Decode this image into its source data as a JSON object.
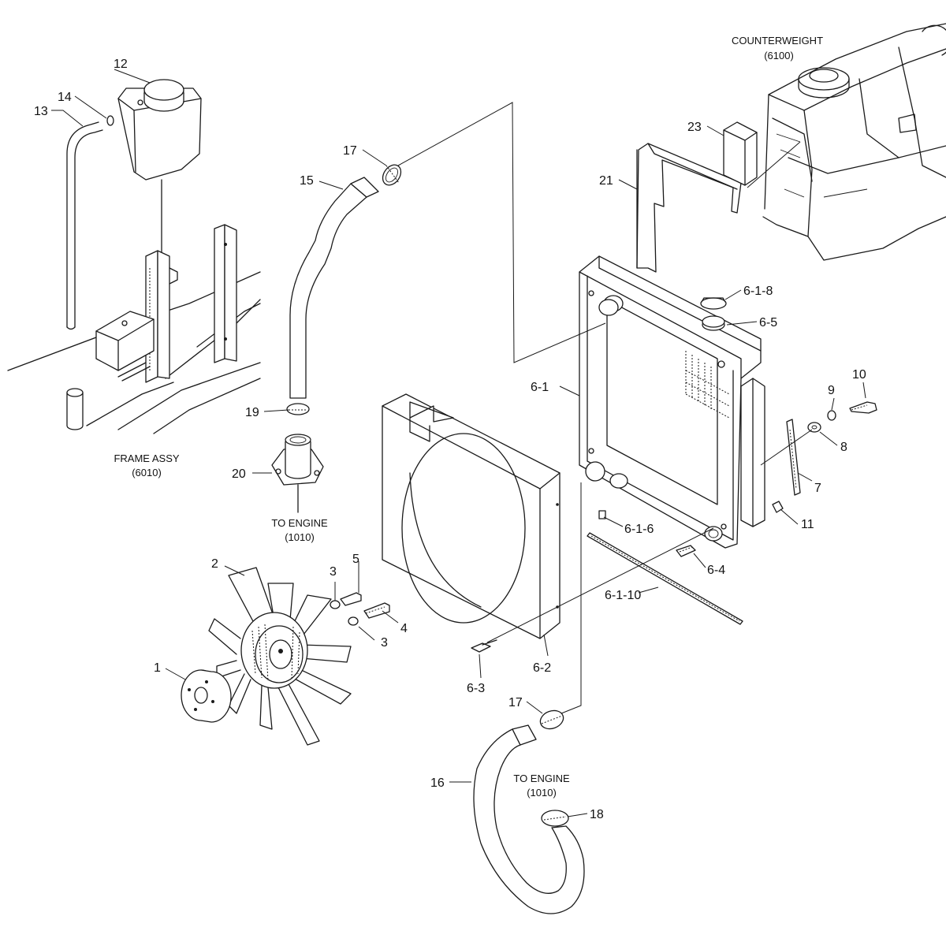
{
  "captions": {
    "counterweight": {
      "title": "COUNTERWEIGHT",
      "code": "(6100)"
    },
    "frame_assy": {
      "title": "FRAME ASSY",
      "code": "(6010)"
    },
    "to_engine_upper": {
      "title": "TO ENGINE",
      "code": "(1010)"
    },
    "to_engine_lower": {
      "title": "TO ENGINE",
      "code": "(1010)"
    }
  },
  "callouts": {
    "p1": "1",
    "p2": "2",
    "p3a": "3",
    "p3b": "3",
    "p4": "4",
    "p5": "5",
    "p6_1": "6-1",
    "p6_1_6": "6-1-6",
    "p6_1_8": "6-1-8",
    "p6_1_10": "6-1-10",
    "p6_2": "6-2",
    "p6_3": "6-3",
    "p6_4": "6-4",
    "p6_5": "6-5",
    "p7": "7",
    "p8": "8",
    "p9": "9",
    "p10": "10",
    "p11": "11",
    "p12": "12",
    "p13": "13",
    "p14": "14",
    "p15": "15",
    "p16": "16",
    "p17a": "17",
    "p17b": "17",
    "p18": "18",
    "p19": "19",
    "p20": "20",
    "p21": "21",
    "p23": "23"
  }
}
